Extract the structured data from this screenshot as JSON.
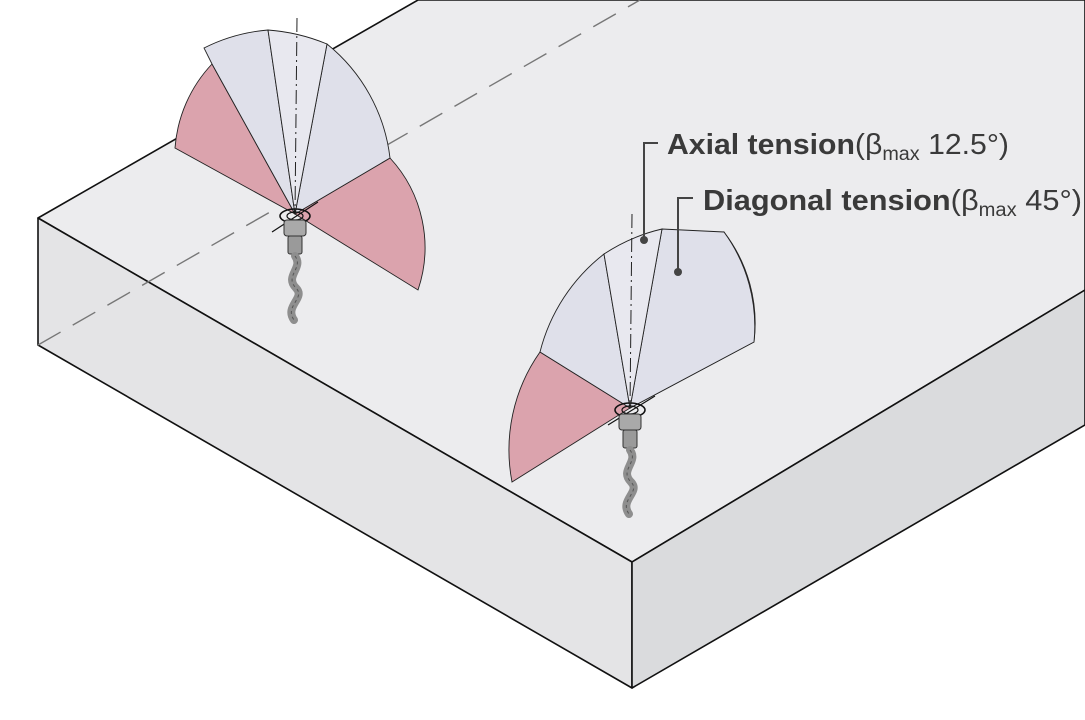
{
  "diagram": {
    "labels": {
      "axial": {
        "name": "Axial tension",
        "open": "(",
        "beta": "β",
        "sub": "max",
        "angle": " 12.5°)"
      },
      "diagonal": {
        "name": "Diagonal tension",
        "open": "(",
        "beta": "β",
        "sub": "max",
        "angle": " 45°)"
      }
    },
    "colors": {
      "slab_top": "#ececee",
      "slab_front": "#e4e4e6",
      "slab_side": "#dadbdd",
      "outline": "#111111",
      "axial_zone": "#e8e8ef",
      "diagonal_zone": "#dfe0ea",
      "outer_zone": "#dba3ad",
      "anchor": "#9a9a9a"
    },
    "anchors": [
      {
        "id": "left",
        "beta_axial_deg": 12.5,
        "beta_diagonal_deg": 45
      },
      {
        "id": "right",
        "beta_axial_deg": 12.5,
        "beta_diagonal_deg": 45
      }
    ]
  }
}
